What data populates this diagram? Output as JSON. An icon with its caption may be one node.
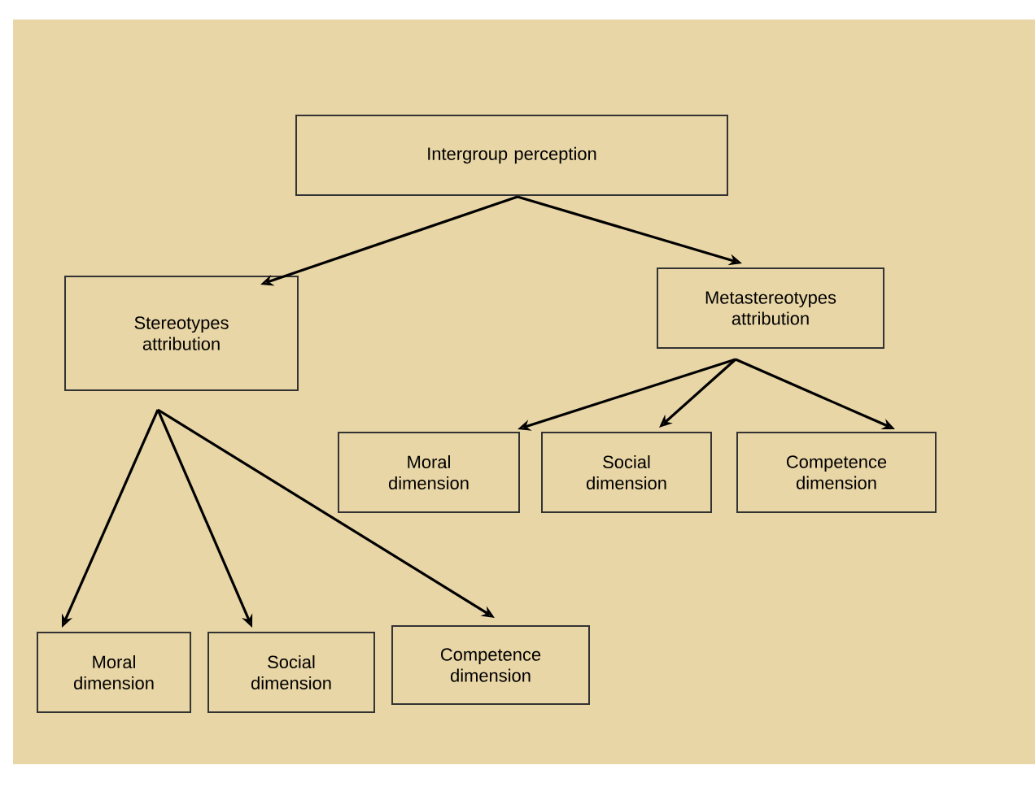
{
  "diagram": {
    "nodes": [
      {
        "text": [
          "Intergroup perception"
        ]
      },
      {
        "text": [
          "Stereotypes attribution"
        ]
      },
      {
        "text": [
          "Metastereotypes attribution"
        ]
      },
      {
        "text": [
          "Moral dimension"
        ]
      },
      {
        "text": [
          "Social dimension"
        ]
      },
      {
        "text": [
          "Competence dimension"
        ]
      },
      {
        "text": [
          "Moral dimension"
        ]
      },
      {
        "text": [
          "Social dimension"
        ]
      },
      {
        "text": [
          "Competence dimension"
        ]
      }
    ],
    "edges": [
      {
        "from": 0,
        "to": 1,
        "arrow": "to"
      },
      {
        "from": 0,
        "to": 2,
        "arrow": "to"
      },
      {
        "from": 2,
        "to": 3,
        "arrow": "to"
      },
      {
        "from": 2,
        "to": 4,
        "arrow": "to"
      },
      {
        "from": 2,
        "to": 5,
        "arrow": "to"
      },
      {
        "from": 1,
        "to": 6,
        "arrow": "to"
      },
      {
        "from": 1,
        "to": 7,
        "arrow": "to"
      },
      {
        "from": 1,
        "to": 8,
        "arrow": "to"
      }
    ]
  }
}
